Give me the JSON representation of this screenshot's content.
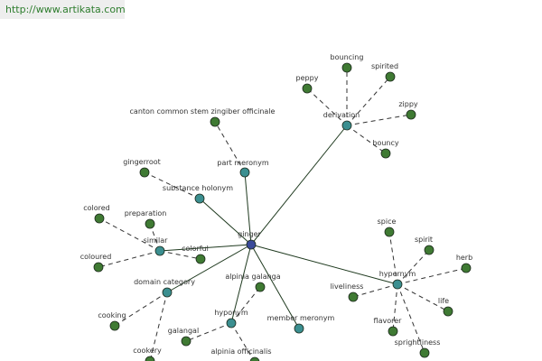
{
  "source_link": "http://www.artikata.com",
  "colors": {
    "center_node": "#3a4a9a",
    "relation_node": "#3b8f90",
    "leaf_node": "#3f7a33",
    "node_stroke": "#1c2a1c"
  },
  "graph": {
    "center": {
      "id": "ginger",
      "label": "ginger"
    },
    "nodes": [
      {
        "id": "derivation",
        "label": "derivation",
        "type": "relation"
      },
      {
        "id": "part_meronym",
        "label": "part meronym",
        "type": "relation"
      },
      {
        "id": "substance_holonym",
        "label": "substance holonym",
        "type": "relation"
      },
      {
        "id": "similar",
        "label": "similar",
        "type": "relation"
      },
      {
        "id": "domain_category",
        "label": "domain category",
        "type": "relation"
      },
      {
        "id": "hyponym",
        "label": "hyponym",
        "type": "relation"
      },
      {
        "id": "member_meronym",
        "label": "member meronym",
        "type": "relation"
      },
      {
        "id": "hypernym",
        "label": "hypernym",
        "type": "relation"
      },
      {
        "id": "bouncing",
        "label": "bouncing",
        "type": "leaf"
      },
      {
        "id": "spirited",
        "label": "spirited",
        "type": "leaf"
      },
      {
        "id": "peppy",
        "label": "peppy",
        "type": "leaf"
      },
      {
        "id": "zippy",
        "label": "zippy",
        "type": "leaf"
      },
      {
        "id": "bouncy",
        "label": "bouncy",
        "type": "leaf"
      },
      {
        "id": "canton_stem",
        "label": "canton common stem zingiber officinale",
        "type": "leaf"
      },
      {
        "id": "gingerroot",
        "label": "gingerroot",
        "type": "leaf"
      },
      {
        "id": "colored",
        "label": "colored",
        "type": "leaf"
      },
      {
        "id": "preparation",
        "label": "preparation",
        "type": "leaf"
      },
      {
        "id": "colorful",
        "label": "colorful",
        "type": "leaf"
      },
      {
        "id": "coloured",
        "label": "coloured",
        "type": "leaf"
      },
      {
        "id": "cooking",
        "label": "cooking",
        "type": "leaf"
      },
      {
        "id": "cookery",
        "label": "cookery",
        "type": "leaf"
      },
      {
        "id": "alpinia_galanga",
        "label": "alpinia galanga",
        "type": "leaf"
      },
      {
        "id": "galangal",
        "label": "galangal",
        "type": "leaf"
      },
      {
        "id": "alpinia_officinalis",
        "label": "alpinia officinalis",
        "type": "leaf"
      },
      {
        "id": "spice",
        "label": "spice",
        "type": "leaf"
      },
      {
        "id": "spirit",
        "label": "spirit",
        "type": "leaf"
      },
      {
        "id": "herb",
        "label": "herb",
        "type": "leaf"
      },
      {
        "id": "liveliness",
        "label": "liveliness",
        "type": "leaf"
      },
      {
        "id": "life",
        "label": "life",
        "type": "leaf"
      },
      {
        "id": "flavorer",
        "label": "flavorer",
        "type": "leaf"
      },
      {
        "id": "sprightliness",
        "label": "sprightliness",
        "type": "leaf"
      }
    ],
    "edges": [
      {
        "from": "ginger",
        "to": "derivation",
        "style": "solid"
      },
      {
        "from": "ginger",
        "to": "part_meronym",
        "style": "solid"
      },
      {
        "from": "ginger",
        "to": "substance_holonym",
        "style": "solid"
      },
      {
        "from": "ginger",
        "to": "similar",
        "style": "solid"
      },
      {
        "from": "ginger",
        "to": "domain_category",
        "style": "solid"
      },
      {
        "from": "ginger",
        "to": "hyponym",
        "style": "solid"
      },
      {
        "from": "ginger",
        "to": "member_meronym",
        "style": "solid"
      },
      {
        "from": "ginger",
        "to": "hypernym",
        "style": "solid"
      },
      {
        "from": "derivation",
        "to": "bouncing",
        "style": "dashed"
      },
      {
        "from": "derivation",
        "to": "spirited",
        "style": "dashed"
      },
      {
        "from": "derivation",
        "to": "peppy",
        "style": "dashed"
      },
      {
        "from": "derivation",
        "to": "zippy",
        "style": "dashed"
      },
      {
        "from": "derivation",
        "to": "bouncy",
        "style": "dashed"
      },
      {
        "from": "part_meronym",
        "to": "canton_stem",
        "style": "dashed"
      },
      {
        "from": "substance_holonym",
        "to": "gingerroot",
        "style": "dashed"
      },
      {
        "from": "similar",
        "to": "colored",
        "style": "dashed"
      },
      {
        "from": "similar",
        "to": "preparation",
        "style": "dashed"
      },
      {
        "from": "similar",
        "to": "colorful",
        "style": "dashed"
      },
      {
        "from": "similar",
        "to": "coloured",
        "style": "dashed"
      },
      {
        "from": "domain_category",
        "to": "cooking",
        "style": "dashed"
      },
      {
        "from": "domain_category",
        "to": "cookery",
        "style": "dashed"
      },
      {
        "from": "hyponym",
        "to": "alpinia_galanga",
        "style": "dashed"
      },
      {
        "from": "hyponym",
        "to": "galangal",
        "style": "dashed"
      },
      {
        "from": "hyponym",
        "to": "alpinia_officinalis",
        "style": "dashed"
      },
      {
        "from": "hypernym",
        "to": "spice",
        "style": "dashed"
      },
      {
        "from": "hypernym",
        "to": "spirit",
        "style": "dashed"
      },
      {
        "from": "hypernym",
        "to": "herb",
        "style": "dashed"
      },
      {
        "from": "hypernym",
        "to": "liveliness",
        "style": "dashed"
      },
      {
        "from": "hypernym",
        "to": "life",
        "style": "dashed"
      },
      {
        "from": "hypernym",
        "to": "flavorer",
        "style": "dashed"
      },
      {
        "from": "hypernym",
        "to": "sprightliness",
        "style": "dashed"
      }
    ]
  }
}
